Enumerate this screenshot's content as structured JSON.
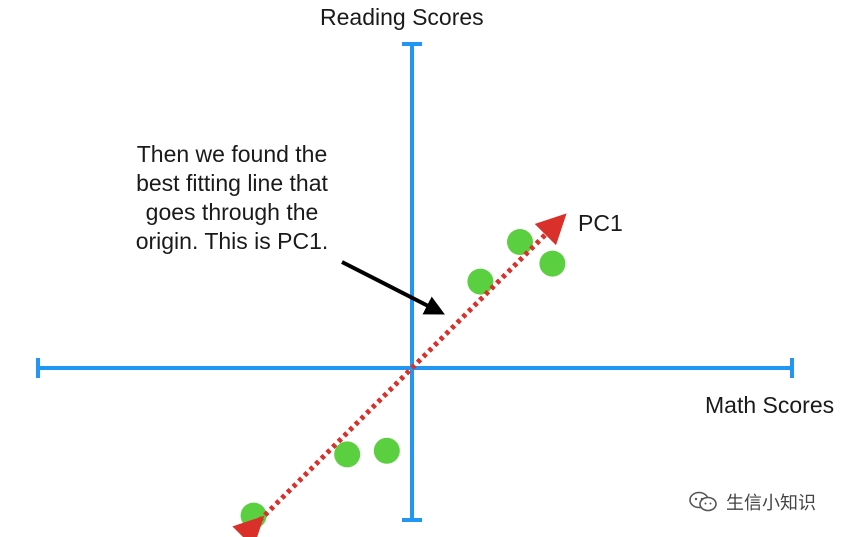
{
  "axes": {
    "x_title": "Math Scores",
    "y_title": "Reading Scores",
    "color": "#2196F3"
  },
  "points": {
    "color": "#5ACF3F",
    "items": [
      {
        "x": 1.5,
        "y": 1.75
      },
      {
        "x": 0.95,
        "y": 1.2
      },
      {
        "x": 1.95,
        "y": 1.45
      },
      {
        "x": -0.9,
        "y": -1.2
      },
      {
        "x": -0.35,
        "y": -1.15
      },
      {
        "x": -2.2,
        "y": -2.05
      }
    ]
  },
  "pc1": {
    "label": "PC1",
    "color": "#D9302A",
    "slope": 1.0
  },
  "annotation": {
    "lines": [
      "Then we found the",
      "best fitting line that",
      "goes through the",
      "origin. This is PC1."
    ]
  },
  "watermark": {
    "text": "生信小知识"
  }
}
